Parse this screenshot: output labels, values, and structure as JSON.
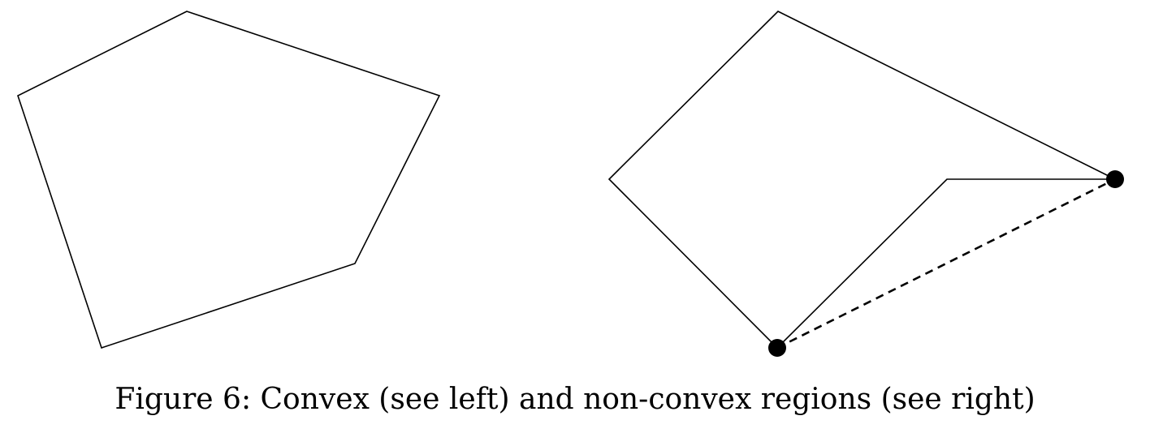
{
  "figure": {
    "caption": "Figure 6: Convex (see left) and non-convex regions (see right)",
    "colors": {
      "stroke": "#000000",
      "background": "#ffffff"
    },
    "left_shape": {
      "kind": "convex-pentagon"
    },
    "right_shape": {
      "kind": "non-convex-pentagon",
      "highlight": "dashed segment between two marked vertices lying outside the region"
    }
  }
}
